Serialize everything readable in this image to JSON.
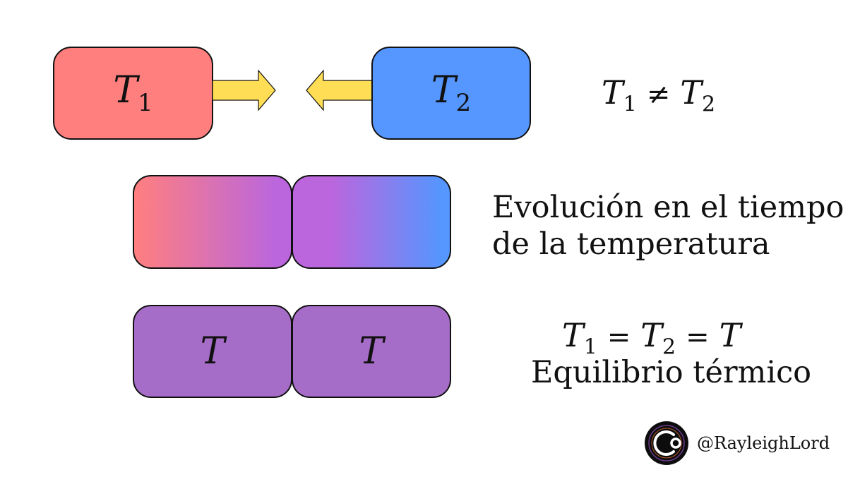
{
  "row1": {
    "left_box": {
      "var": "T",
      "sub": "1",
      "color": "#ff7f7f"
    },
    "right_box": {
      "var": "T",
      "sub": "2",
      "color": "#5596ff"
    },
    "arrow_color": "#ffdd55",
    "relation": {
      "lhs_var": "T",
      "lhs_sub": "1",
      "op": "≠",
      "rhs_var": "T",
      "rhs_sub": "2"
    }
  },
  "row2": {
    "gradient_colors": [
      "#ff7f7f",
      "#bb66dd",
      "#5596ff"
    ],
    "caption_line1": "Evolución en el tiempo",
    "caption_line2": "de la temperatura"
  },
  "row3": {
    "box_color": "#a56cc8",
    "left_box_var": "T",
    "right_box_var": "T",
    "relation": {
      "a_var": "T",
      "a_sub": "1",
      "op1": "=",
      "b_var": "T",
      "b_sub": "2",
      "op2": "=",
      "c_var": "T"
    },
    "caption": "Equilibrio térmico"
  },
  "credit": {
    "handle": "@RayleighLord",
    "icon": "rayleighlord-avatar-icon"
  }
}
